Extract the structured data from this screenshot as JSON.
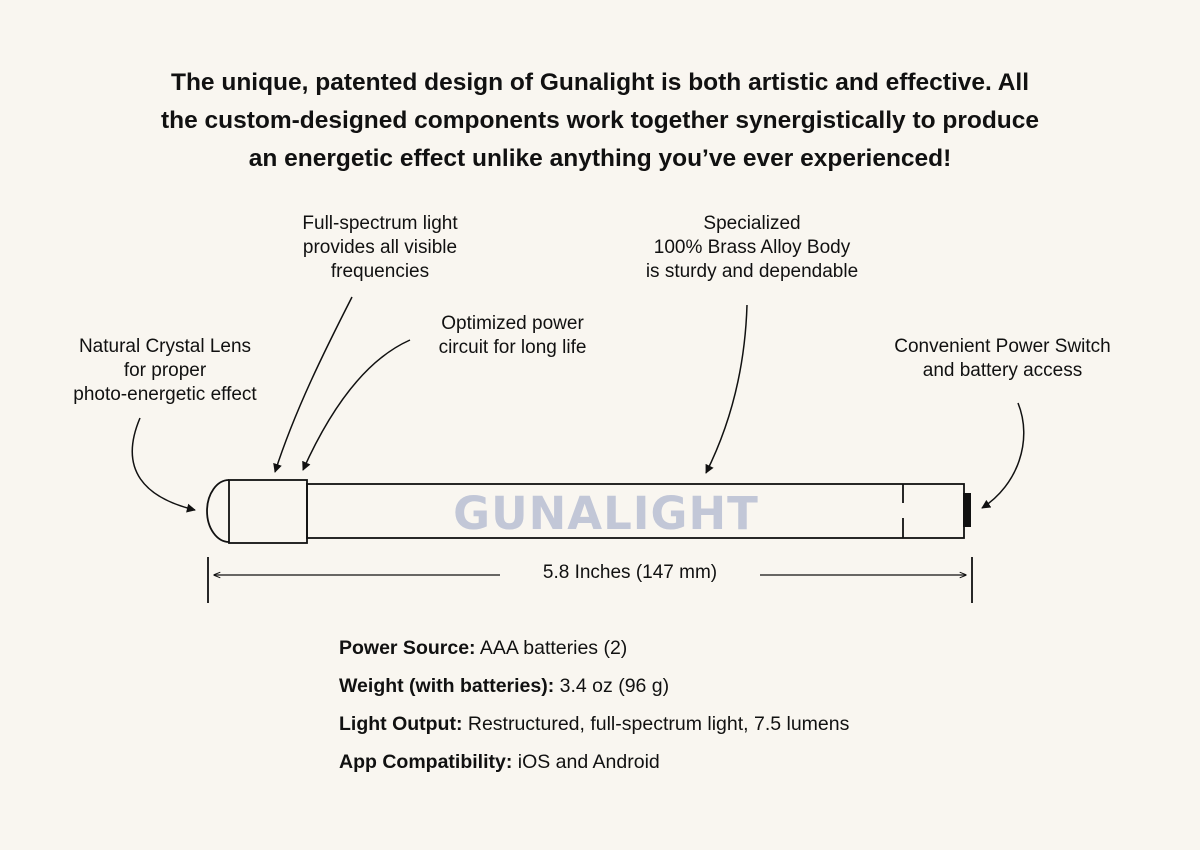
{
  "headline": [
    "The unique, patented design of Gunalight is both artistic and effective. All",
    "the custom-designed components work together synergistically to produce",
    "an energetic effect unlike anything you’ve ever experienced!"
  ],
  "brand_text": "GUNALIGHT",
  "callouts": {
    "lens": [
      "Natural Crystal Lens",
      "for proper",
      "photo-energetic effect"
    ],
    "spectrum": [
      "Full-spectrum light",
      "provides all visible",
      "frequencies"
    ],
    "circuit": [
      "Optimized power",
      "circuit for long life"
    ],
    "body": [
      "Specialized",
      "100% Brass Alloy Body",
      "is sturdy and dependable"
    ],
    "switch": [
      "Convenient Power Switch",
      "and battery access"
    ]
  },
  "dimension_label": "5.8 Inches (147 mm)",
  "specs": [
    {
      "label": "Power Source:",
      "value": "AAA batteries (2)"
    },
    {
      "label": "Weight (with batteries):",
      "value": "3.4 oz (96 g)"
    },
    {
      "label": "Light Output:",
      "value": "Restructured, full-spectrum light, 7.5 lumens"
    },
    {
      "label": "App Compatibility:",
      "value": "iOS and Android"
    }
  ]
}
